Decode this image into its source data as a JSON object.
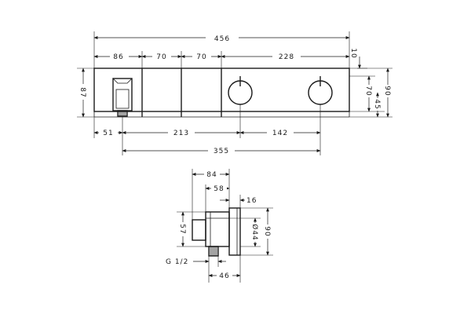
{
  "front_view": {
    "overall_width": "456",
    "segment_86": "86",
    "segment_70_a": "70",
    "segment_70_b": "70",
    "segment_228": "228",
    "top_offset": "10",
    "height_87": "87",
    "height_70": "70",
    "height_45": "45",
    "height_90": "90",
    "bottom_51": "51",
    "bottom_213": "213",
    "bottom_142": "142",
    "bottom_355": "355"
  },
  "side_view": {
    "depth_84": "84",
    "depth_58": "58",
    "depth_16": "16",
    "height_57": "57",
    "diameter_44": "Ø44",
    "height_90": "90",
    "thread": "G 1/2",
    "depth_46": "46"
  }
}
